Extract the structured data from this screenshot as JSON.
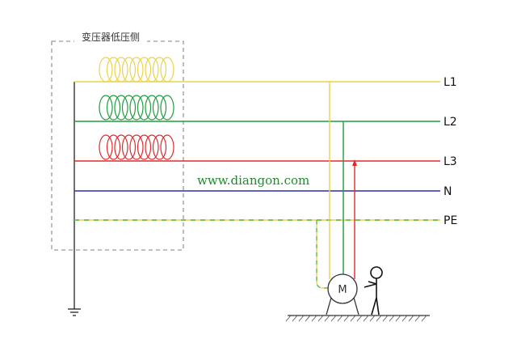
{
  "transformer_box": {
    "title": "变压器低压侧"
  },
  "lines": [
    {
      "label": "L1",
      "color": "#ecd24a",
      "style": "solid"
    },
    {
      "label": "L2",
      "color": "#1f9d3e",
      "style": "solid"
    },
    {
      "label": "L3",
      "color": "#e02a2a",
      "style": "solid"
    },
    {
      "label": "N",
      "color": "#2f2fb4",
      "style": "solid"
    },
    {
      "label": "PE",
      "color": "#b8d23a",
      "style": "dashed-yellow-green"
    }
  ],
  "coils": [
    {
      "phase": "L1",
      "color": "#ecd24a"
    },
    {
      "phase": "L2",
      "color": "#1f9d3e"
    },
    {
      "phase": "L3",
      "color": "#e02a2a"
    }
  ],
  "watermark": {
    "text": "www.diangon.com",
    "color": "#1f8a2e"
  },
  "motor": {
    "label": "M"
  },
  "icons": [
    "ground-icon",
    "person-figure-icon",
    "motor-icon"
  ]
}
